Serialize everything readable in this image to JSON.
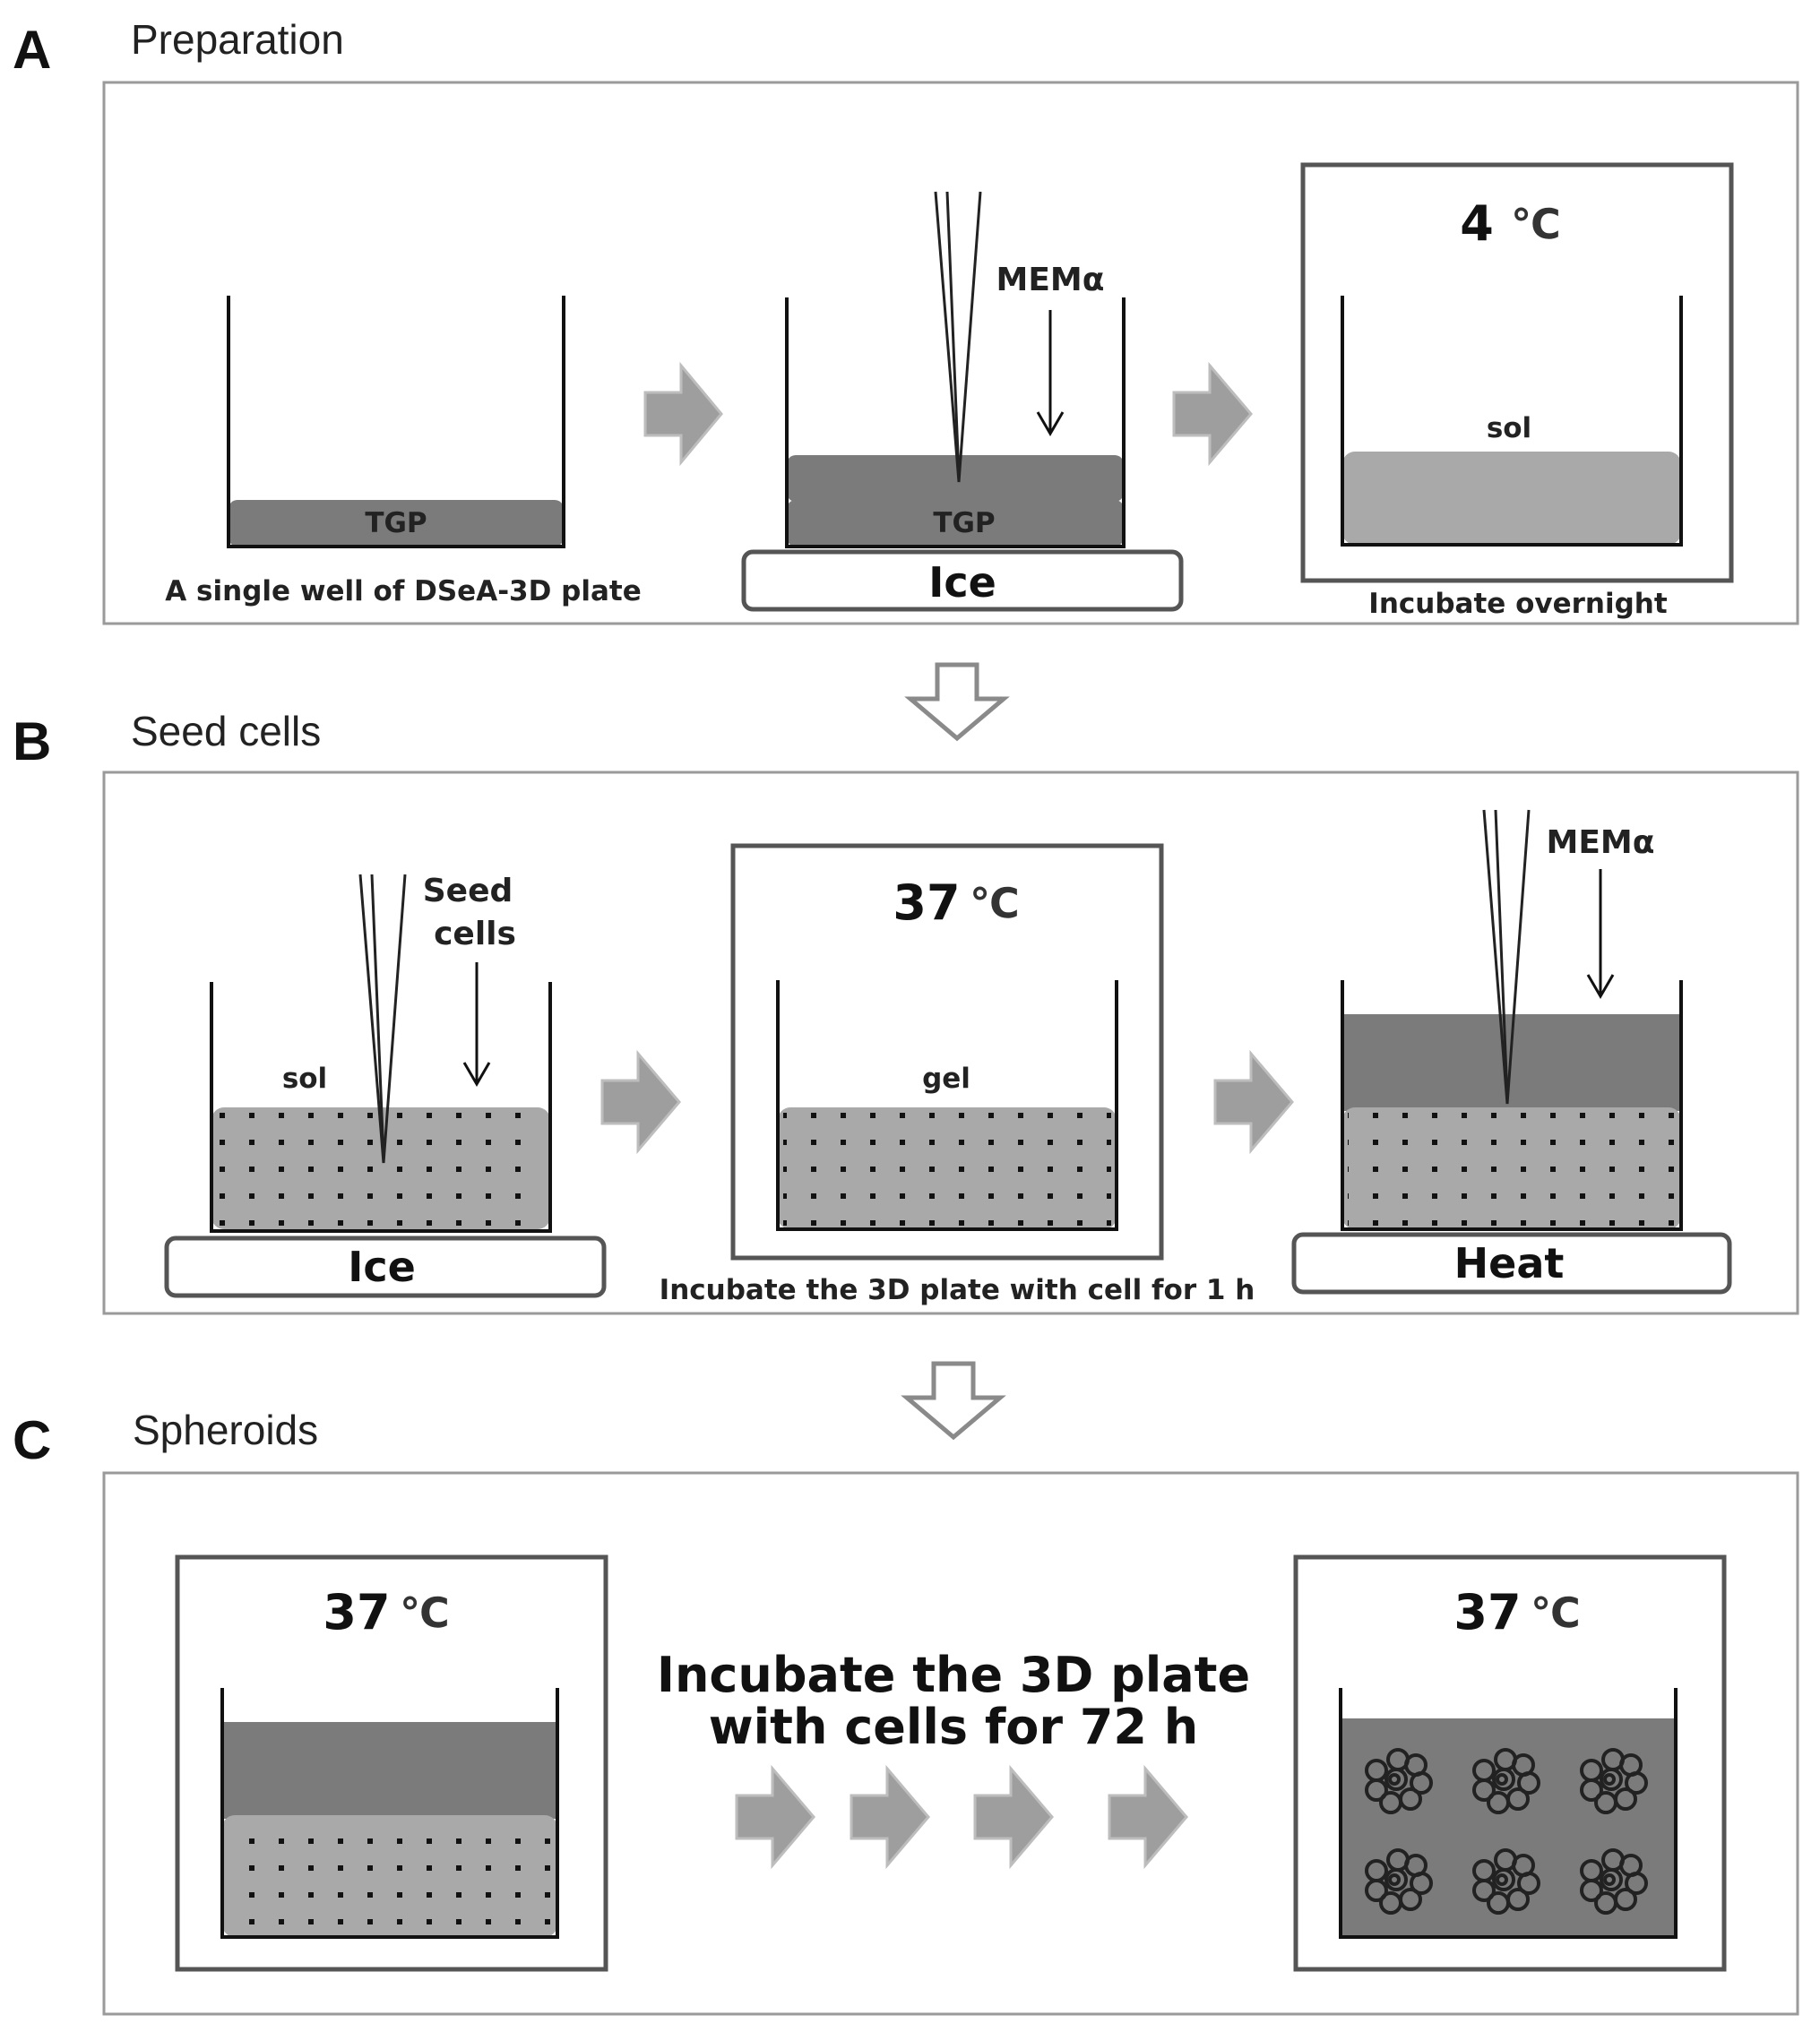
{
  "panels": {
    "A": {
      "letter": "A",
      "title": "Preparation",
      "well1_layer": "TGP",
      "well1_caption": "A single well of DSeA-3D plate",
      "well2_medium": "MEMα",
      "well2_layer": "TGP",
      "well2_base": "Ice",
      "box3_temp_value": "4",
      "box3_temp_unit": "℃",
      "box3_layer": "sol",
      "box3_caption": "Incubate overnight"
    },
    "B": {
      "letter": "B",
      "title": "Seed cells",
      "well1_label_line1": "Seed",
      "well1_label_line2": "cells",
      "well1_layer": "sol",
      "well1_base": "Ice",
      "box2_temp_value": "37",
      "box2_temp_unit": "℃",
      "box2_layer": "gel",
      "box2_caption": "Incubate the 3D plate with cell for 1 h",
      "well3_medium": "MEMα",
      "well3_base": "Heat"
    },
    "C": {
      "letter": "C",
      "title": "Spheroids",
      "box1_temp_value": "37",
      "box1_temp_unit": "℃",
      "center_text_line1": "Incubate the 3D plate",
      "center_text_line2": "with cells for 72 h",
      "box2_temp_value": "37",
      "box2_temp_unit": "℃"
    }
  },
  "colors": {
    "layer_dark": "#7b7b7b",
    "layer_light": "#a9a9a9",
    "flow_arrow": "#9e9e9e",
    "frame": "#555555",
    "panel_border": "#9a9a9a"
  }
}
